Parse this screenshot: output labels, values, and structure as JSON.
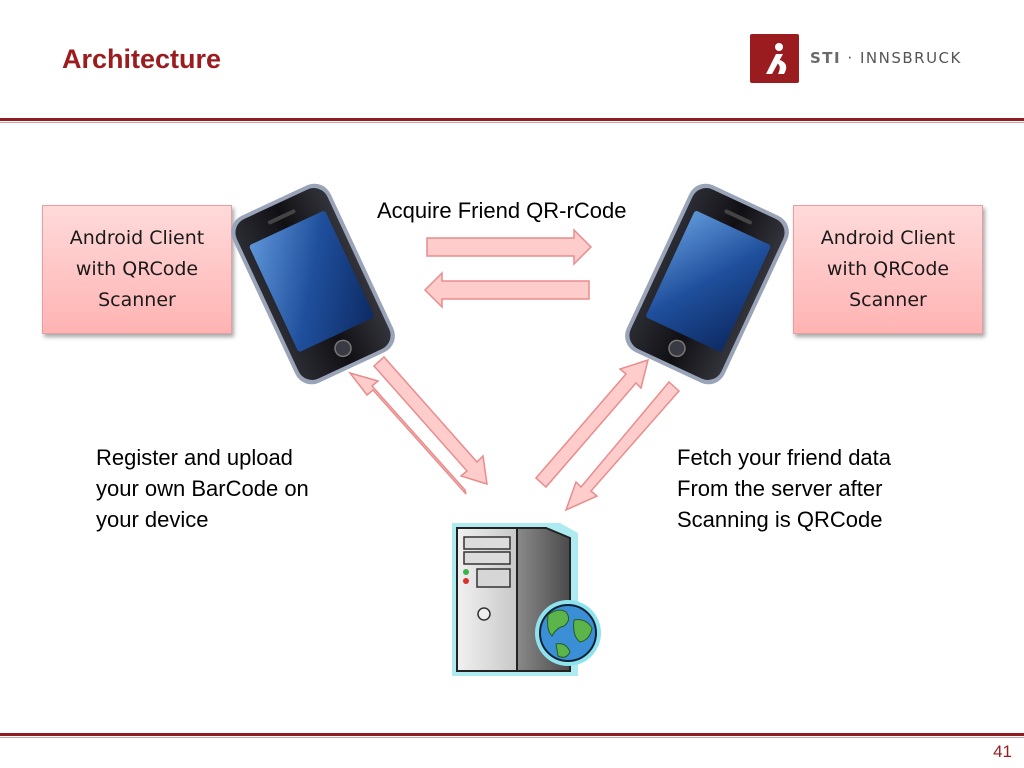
{
  "header": {
    "title": "Architecture",
    "logo_brand": "STI",
    "logo_separator": "·",
    "logo_location": "INNSBRUCK"
  },
  "diagram": {
    "left_client_label": "Android Client\nwith QRCode\nScanner",
    "right_client_label": "Android Client\nwith QRCode\nScanner",
    "top_edge_label": "Acquire Friend QR-rCode",
    "left_edge_label": "Register and upload\nyour own BarCode on\nyour device",
    "right_edge_label": "Fetch your friend data\nFrom the server after\nScanning is QRCode"
  },
  "footer": {
    "page_number": "41"
  },
  "colors": {
    "accent": "#9b1c1f",
    "arrow_fill": "#ffcccc",
    "arrow_stroke": "#e98c8c"
  },
  "icons": [
    "logo-icon",
    "smartphone-icon",
    "smartphone-icon",
    "server-tower-icon",
    "globe-icon"
  ]
}
